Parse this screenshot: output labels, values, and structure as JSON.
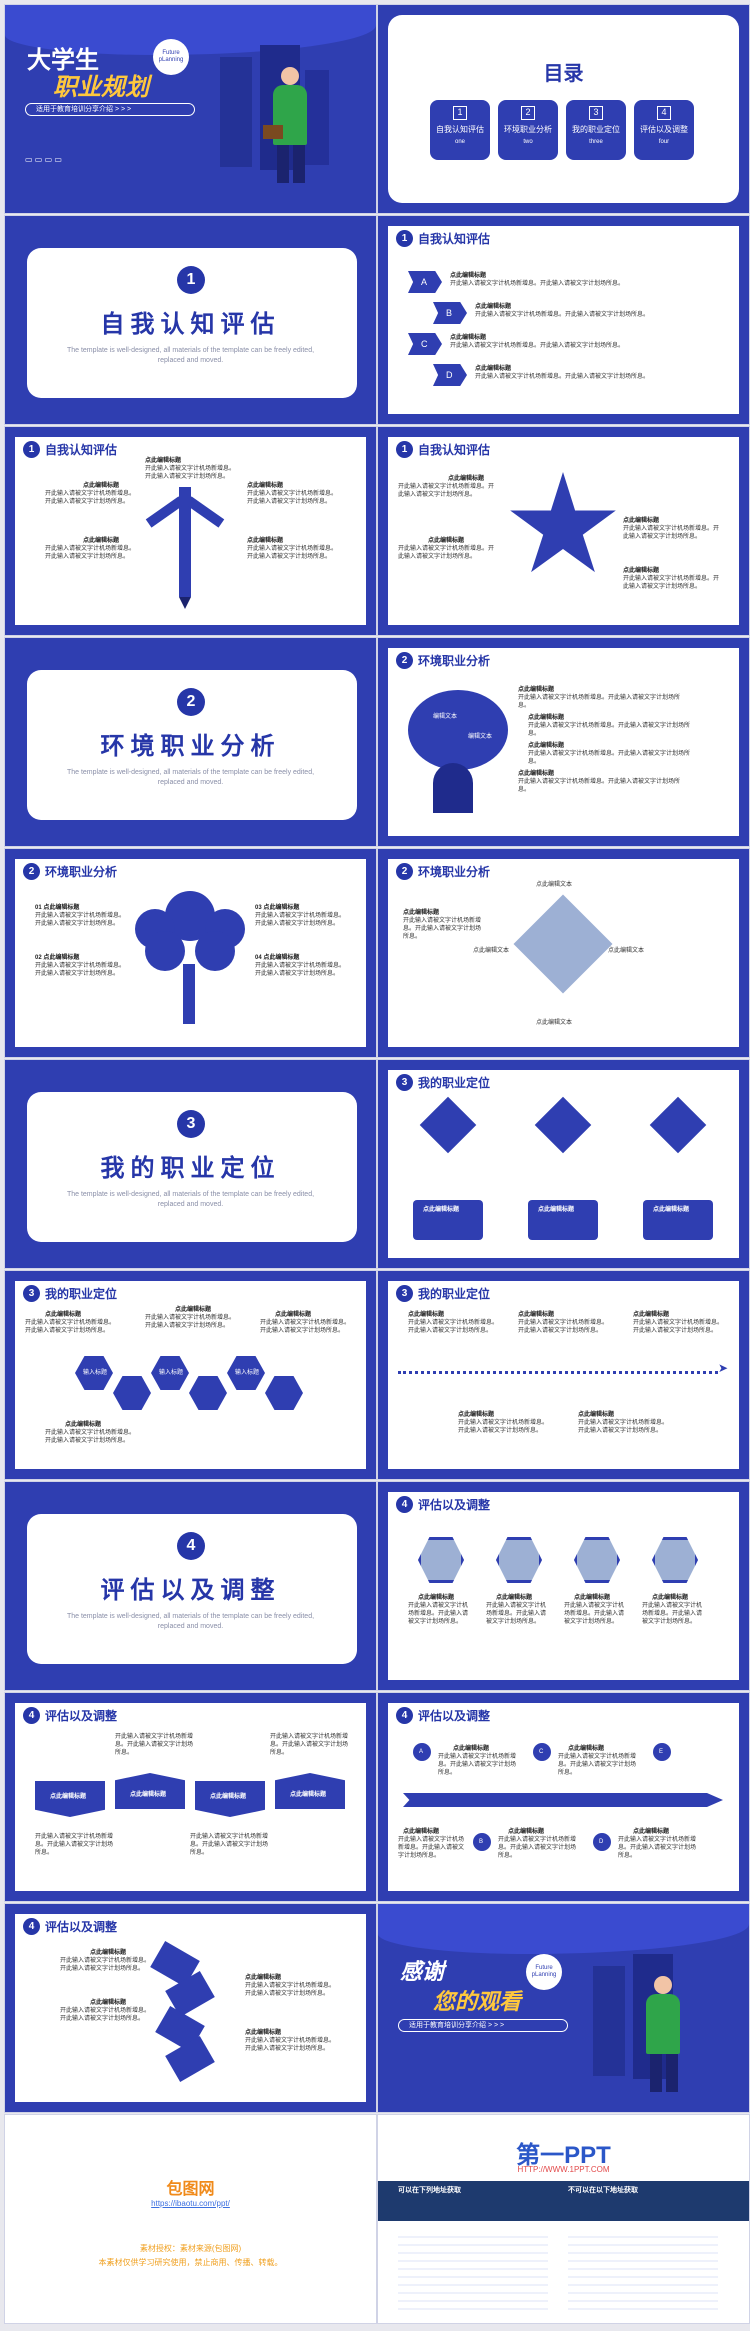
{
  "cover": {
    "title1": "大学生",
    "title2": "职业规划",
    "badge1": "Future",
    "badge2": "pLanning",
    "band": "适用于教育培训分享介绍 > > >"
  },
  "toc": {
    "title": "目录",
    "items": [
      {
        "n": "1",
        "label": "自我认知评估",
        "en": "one"
      },
      {
        "n": "2",
        "label": "环境职业分析",
        "en": "two"
      },
      {
        "n": "3",
        "label": "我的职业定位",
        "en": "three"
      },
      {
        "n": "4",
        "label": "评估以及调整",
        "en": "four"
      }
    ]
  },
  "sections": [
    {
      "n": "1",
      "title": "自我认知评估"
    },
    {
      "n": "2",
      "title": "环境职业分析"
    },
    {
      "n": "3",
      "title": "我的职业定位"
    },
    {
      "n": "4",
      "title": "评估以及调整"
    }
  ],
  "section_sub": "The template is well-designed, all materials of the template can be freely edited, replaced and moved.",
  "heading": "点此编辑标题",
  "body": "开此输入请被文字计机场新增息。开此输入请被文字计划场所息。",
  "letters": [
    "A",
    "B",
    "C",
    "D",
    "E"
  ],
  "edit_text": "编辑文本",
  "edit_text2": "点此编辑文本",
  "input_text": "输入标题",
  "nums": [
    "01",
    "02",
    "03",
    "04"
  ],
  "thanks": {
    "line1": "感谢",
    "line2": "您的观看"
  },
  "ibaotu": {
    "logo": "包图网",
    "url": "https://ibaotu.com/ppt/",
    "l1": "素材授权：素材来源(包图网)",
    "l2": "本素材仅供学习研究使用，禁止商用、传播、转载。"
  },
  "ppt1": {
    "logo": "第一PPT",
    "url": "HTTP://WWW.1PPT.COM",
    "left_title": "可以在下列地址获取",
    "right_title": "不可以在以下地址获取"
  }
}
